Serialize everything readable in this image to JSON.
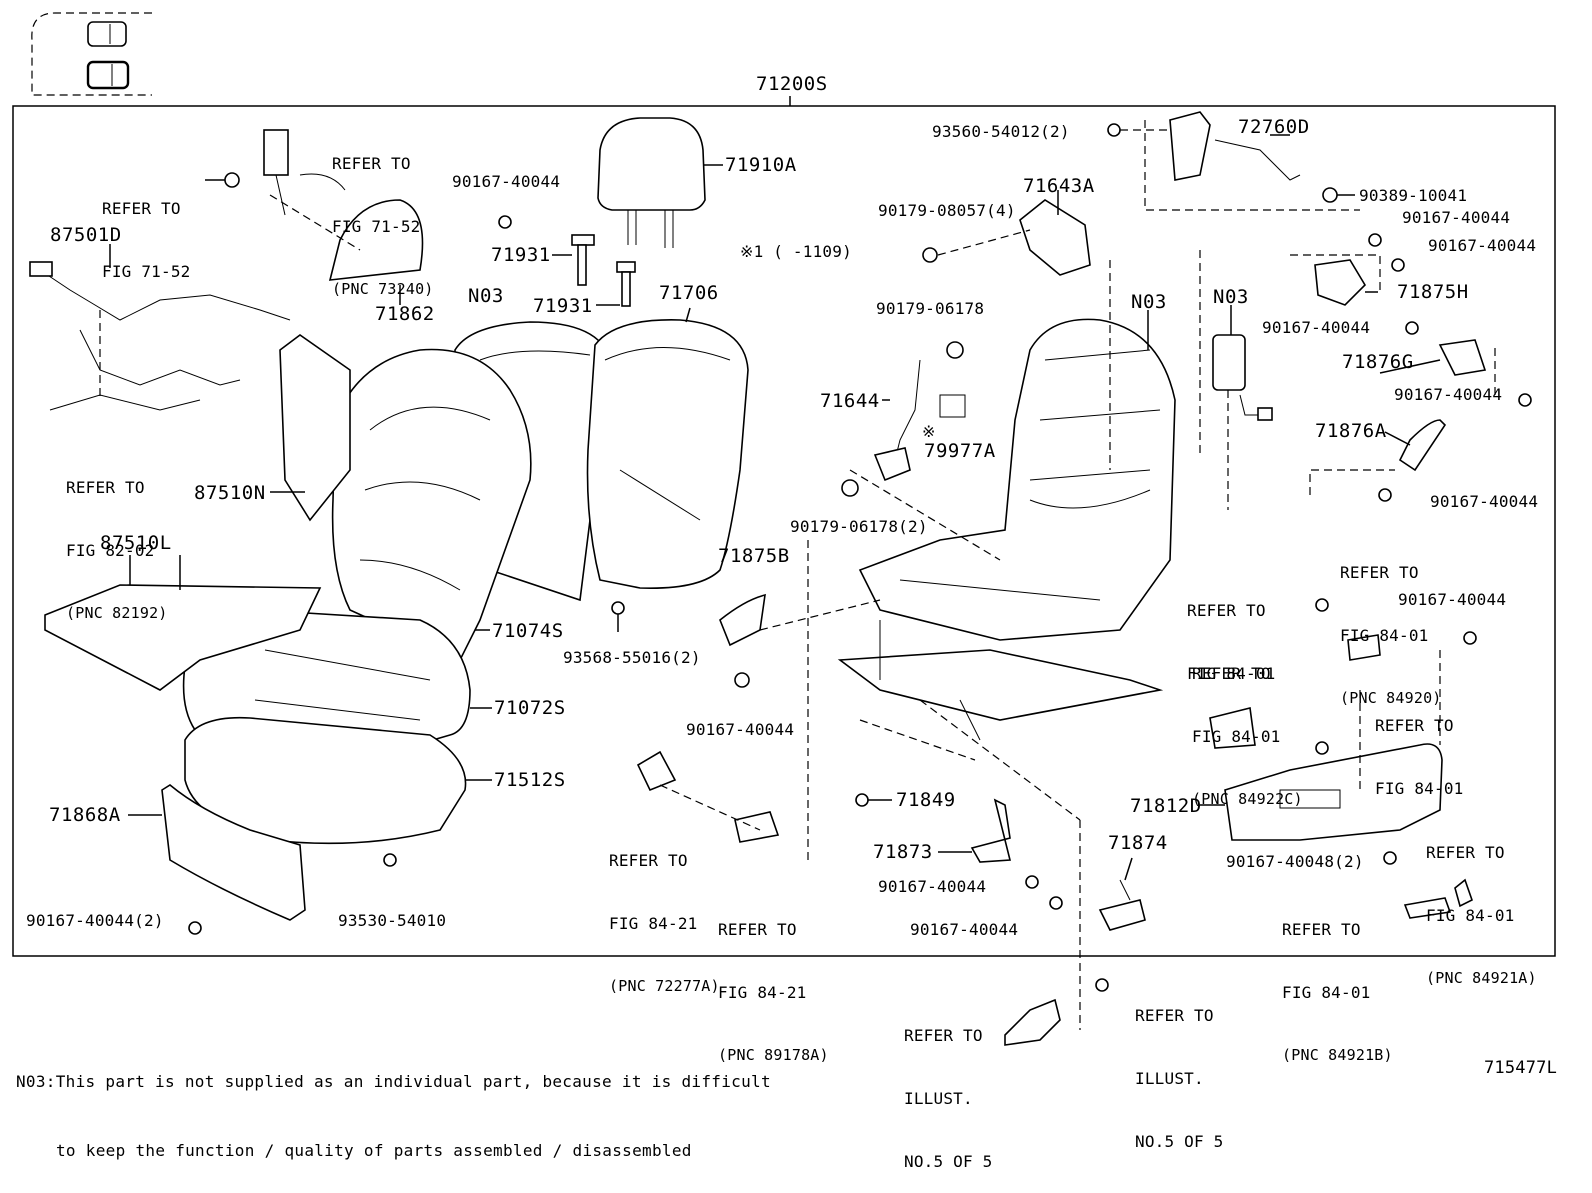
{
  "diagram": {
    "main_assembly": "71200S",
    "figure_id": "715477L",
    "sym_note": "※1 (    -1109)",
    "footnote": {
      "line1": "N03:This part is not supplied as an individual part, because it is difficult",
      "line2": "to keep the function / quality of parts assembled / disassembled"
    },
    "labels": {
      "p71910A": "71910A",
      "p71931a": "71931",
      "p71931b": "71931",
      "p71706": "71706",
      "n03a": "N03",
      "n03b": "N03",
      "n03c": "N03",
      "p71862": "71862",
      "p87501D": "87501D",
      "p87510N": "87510N",
      "p87510L": "87510L",
      "p71074S": "71074S",
      "p71072S": "71072S",
      "p71512S": "71512S",
      "p71868A": "71868A",
      "b90167_1": "90167-40044",
      "b90167_2": "90167-40044(2)",
      "b93530": "93530-54010",
      "b93568": "93568-55016(2)",
      "b90167_3": "90167-40044",
      "p71875B": "71875B",
      "p71644": "71644",
      "b90179_a": "90179-06178",
      "b90179_b": "90179-06178(2)",
      "p79977A": "79977A",
      "sym79977": "※",
      "b90179_c": "90179-08057(4)",
      "p71643A": "71643A",
      "b93560": "93560-54012(2)",
      "p72760D": "72760D",
      "b90389": "90389-10041",
      "b90167_4": "90167-40044",
      "b90167_5": "90167-40044",
      "p71875H": "71875H",
      "b90167_6": "90167-40044",
      "p71876G": "71876G",
      "b90167_7": "90167-40044",
      "p71876A": "71876A",
      "b90167_8": "90167-40044",
      "b90167_9": "90167-40044",
      "p71812D": "71812D",
      "b90167_10": "90167-40048(2)",
      "p71849": "71849",
      "p71873": "71873",
      "b90167_11": "90167-40044",
      "b90167_12": "90167-40044",
      "p71874": "71874"
    },
    "refs": {
      "r1": [
        "REFER TO",
        "FIG 71-52"
      ],
      "r2": [
        "REFER TO",
        "FIG 71-52",
        "(PNC 73240)"
      ],
      "r3": [
        "REFER TO",
        "FIG 82-02",
        "(PNC 82192)"
      ],
      "r4": [
        "REFER TO",
        "FIG 84-21",
        "(PNC 72277A)"
      ],
      "r5": [
        "REFER TO",
        "FIG 84-21",
        "(PNC 89178A)"
      ],
      "r6": [
        "REFER TO",
        "FIG 84-01",
        "(PNC 84920)"
      ],
      "r7": [
        "REFER TO",
        "FIG 84-01"
      ],
      "r8": [
        "REFER TO",
        "FIG 84-01",
        "(PNC 84922C)"
      ],
      "r9": [
        "REFER TO",
        "FIG 84-01"
      ],
      "r10": [
        "REFER TO",
        "FIG 84-01",
        "(PNC 84921A)"
      ],
      "r11": [
        "REFER TO",
        "FIG 84-01",
        "(PNC 84921B)"
      ],
      "r12": [
        "REFER TO",
        "ILLUST.",
        "NO.5 OF 5"
      ],
      "r13": [
        "REFER TO",
        "ILLUST.",
        "NO.5 OF 5"
      ]
    }
  }
}
